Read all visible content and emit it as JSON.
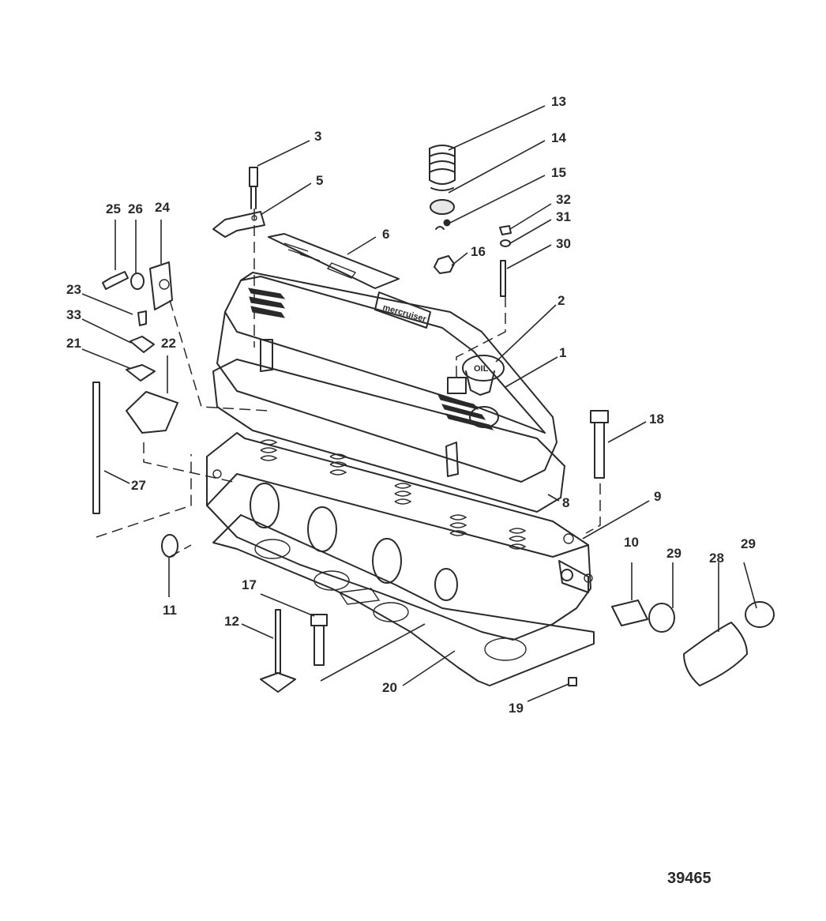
{
  "figure_number": "39465",
  "emboss": {
    "valve_cover": "mercruiser",
    "oil_cap": "OIL"
  },
  "callouts": [
    "1",
    "2",
    "3",
    "5",
    "6",
    "8",
    "9",
    "10",
    "11",
    "12",
    "13",
    "14",
    "15",
    "16",
    "17",
    "18",
    "19",
    "20",
    "21",
    "22",
    "23",
    "24",
    "25",
    "26",
    "27",
    "28",
    "29",
    "29",
    "30",
    "31",
    "32",
    "33"
  ],
  "colors": {
    "line": "#2a2a2a",
    "background": "#ffffff"
  }
}
